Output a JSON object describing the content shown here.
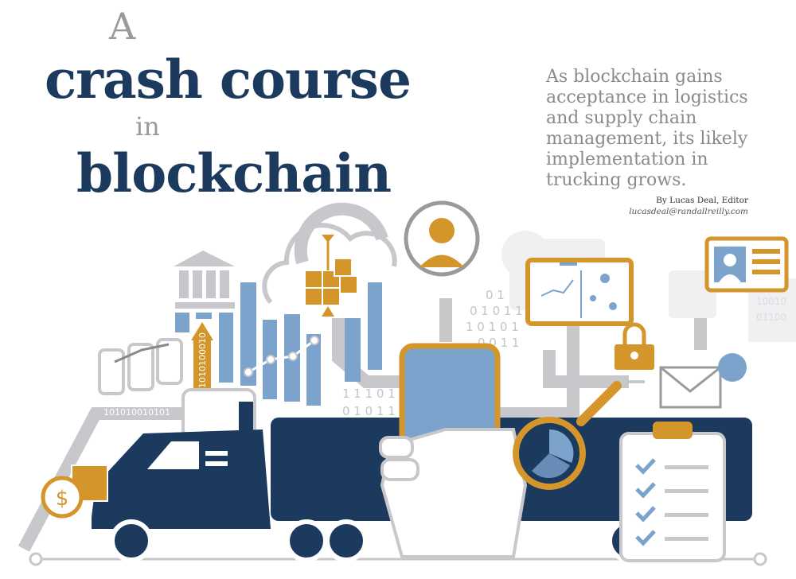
{
  "headline": {
    "line1": "A",
    "line2": "crash course",
    "line3": "in",
    "line4": "blockchain"
  },
  "deck": [
    "As blockchain gains",
    "acceptance in logistics",
    "and supply chain",
    "management, its likely",
    "implementation in",
    "trucking grows."
  ],
  "byline": {
    "author": "By Lucas Deal, Editor",
    "email": "lucasdeal@randallreilly.com"
  },
  "illustration": {
    "binary_pipe": "101010010101",
    "binary_arrow": "1010100010",
    "binary_cluster": [
      "0 1",
      "0 1 0 1 1",
      "1 0 1 0 1",
      "0 0 1 1",
      "1 1  1 0 1",
      "0 1 0 1 1 0"
    ],
    "binary_faded": [
      "10010",
      "01100"
    ],
    "dollar_symbol": "$",
    "colors": {
      "navy": "#1b3a5e",
      "gold": "#d4962a",
      "blue": "#7ba3cc",
      "gray": "#c8c8cc"
    }
  }
}
